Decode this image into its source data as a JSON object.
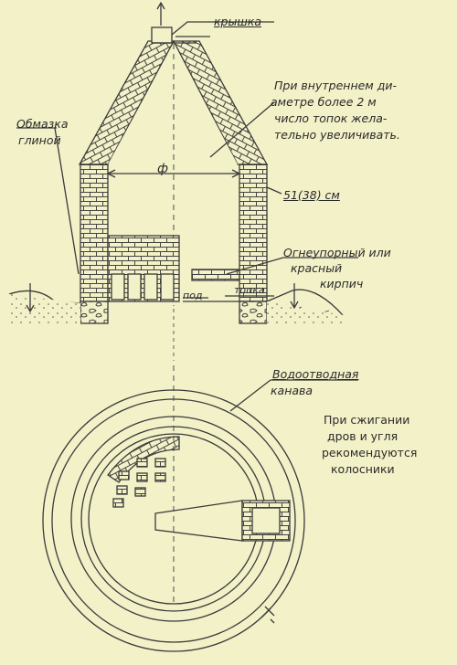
{
  "labels": {
    "lid": "крышка",
    "note_line1": "При внутреннем ди-",
    "note_line2": "аметре более 2  м",
    "note_line3": "число топок жела-",
    "note_line4": "тельно увеличивать.",
    "clay_line1": "Обмазка",
    "clay_line2": "глиной",
    "diameter": "ф",
    "wall": "51(38) см",
    "brick_line1": "Огнеупорный или",
    "brick_line2": "красный",
    "brick_line3": "кирпич",
    "floor": "под",
    "firebox": "топка",
    "ditch_line1": "Водоотводная",
    "ditch_line2": "канава",
    "grate_line1": "При сжигании",
    "grate_line2": "дров и угля",
    "grate_line3": "рекомендуются",
    "grate_line4": "колосники"
  },
  "colors": {
    "paper": "#f3f1c8",
    "ink": "#3a3a3a"
  }
}
